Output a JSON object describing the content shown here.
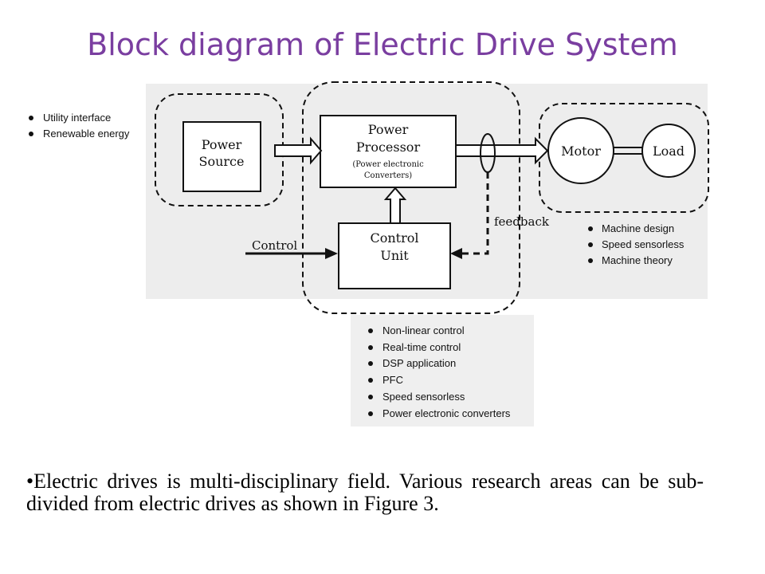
{
  "title": "Block diagram of Electric Drive System",
  "blocks": {
    "power_source": [
      "Power",
      "Source"
    ],
    "power_processor": [
      "Power",
      "Processor"
    ],
    "power_processor_sub": [
      "(Power electronic",
      "Converters)"
    ],
    "control_unit": [
      "Control",
      "Unit"
    ],
    "motor": "Motor",
    "load": "Load"
  },
  "labels": {
    "control": "Control",
    "feedback": "feedback"
  },
  "lists": {
    "source_areas": [
      "Utility interface",
      "Renewable energy"
    ],
    "machine_areas": [
      "Machine design",
      "Speed sensorless",
      "Machine theory"
    ],
    "control_areas": [
      "Non-linear control",
      "Real-time control",
      "DSP application",
      "PFC",
      "Speed sensorless",
      "Power electronic converters"
    ]
  },
  "caption": {
    "bullet": "•",
    "text": "Electric drives is multi-disciplinary field. Various research areas can be sub-divided from electric drives as shown in Figure 3."
  }
}
